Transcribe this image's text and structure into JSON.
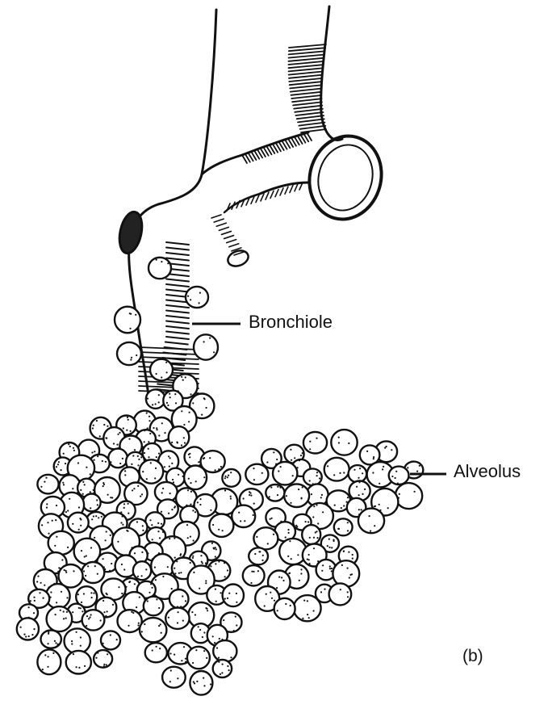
{
  "diagram": {
    "labels": {
      "bronchiole": "Bronchiole",
      "alveolus": "Alveolus",
      "part": "(b)"
    },
    "colors": {
      "ink": "#111111",
      "paper": "#ffffff"
    }
  }
}
